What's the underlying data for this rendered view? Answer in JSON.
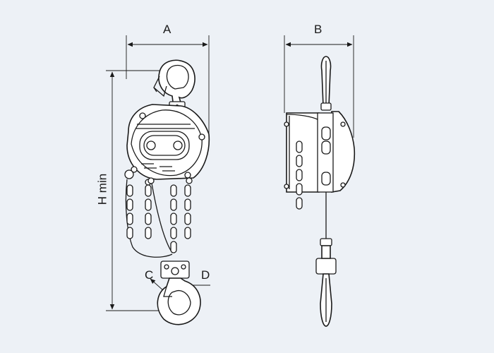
{
  "figure": {
    "background": "#edf1f6",
    "line_color": "#1a1a1a",
    "dimensions": {
      "a_label": "A",
      "b_label": "B",
      "c_label": "C",
      "d_label": "D",
      "h_label": "H min"
    }
  }
}
